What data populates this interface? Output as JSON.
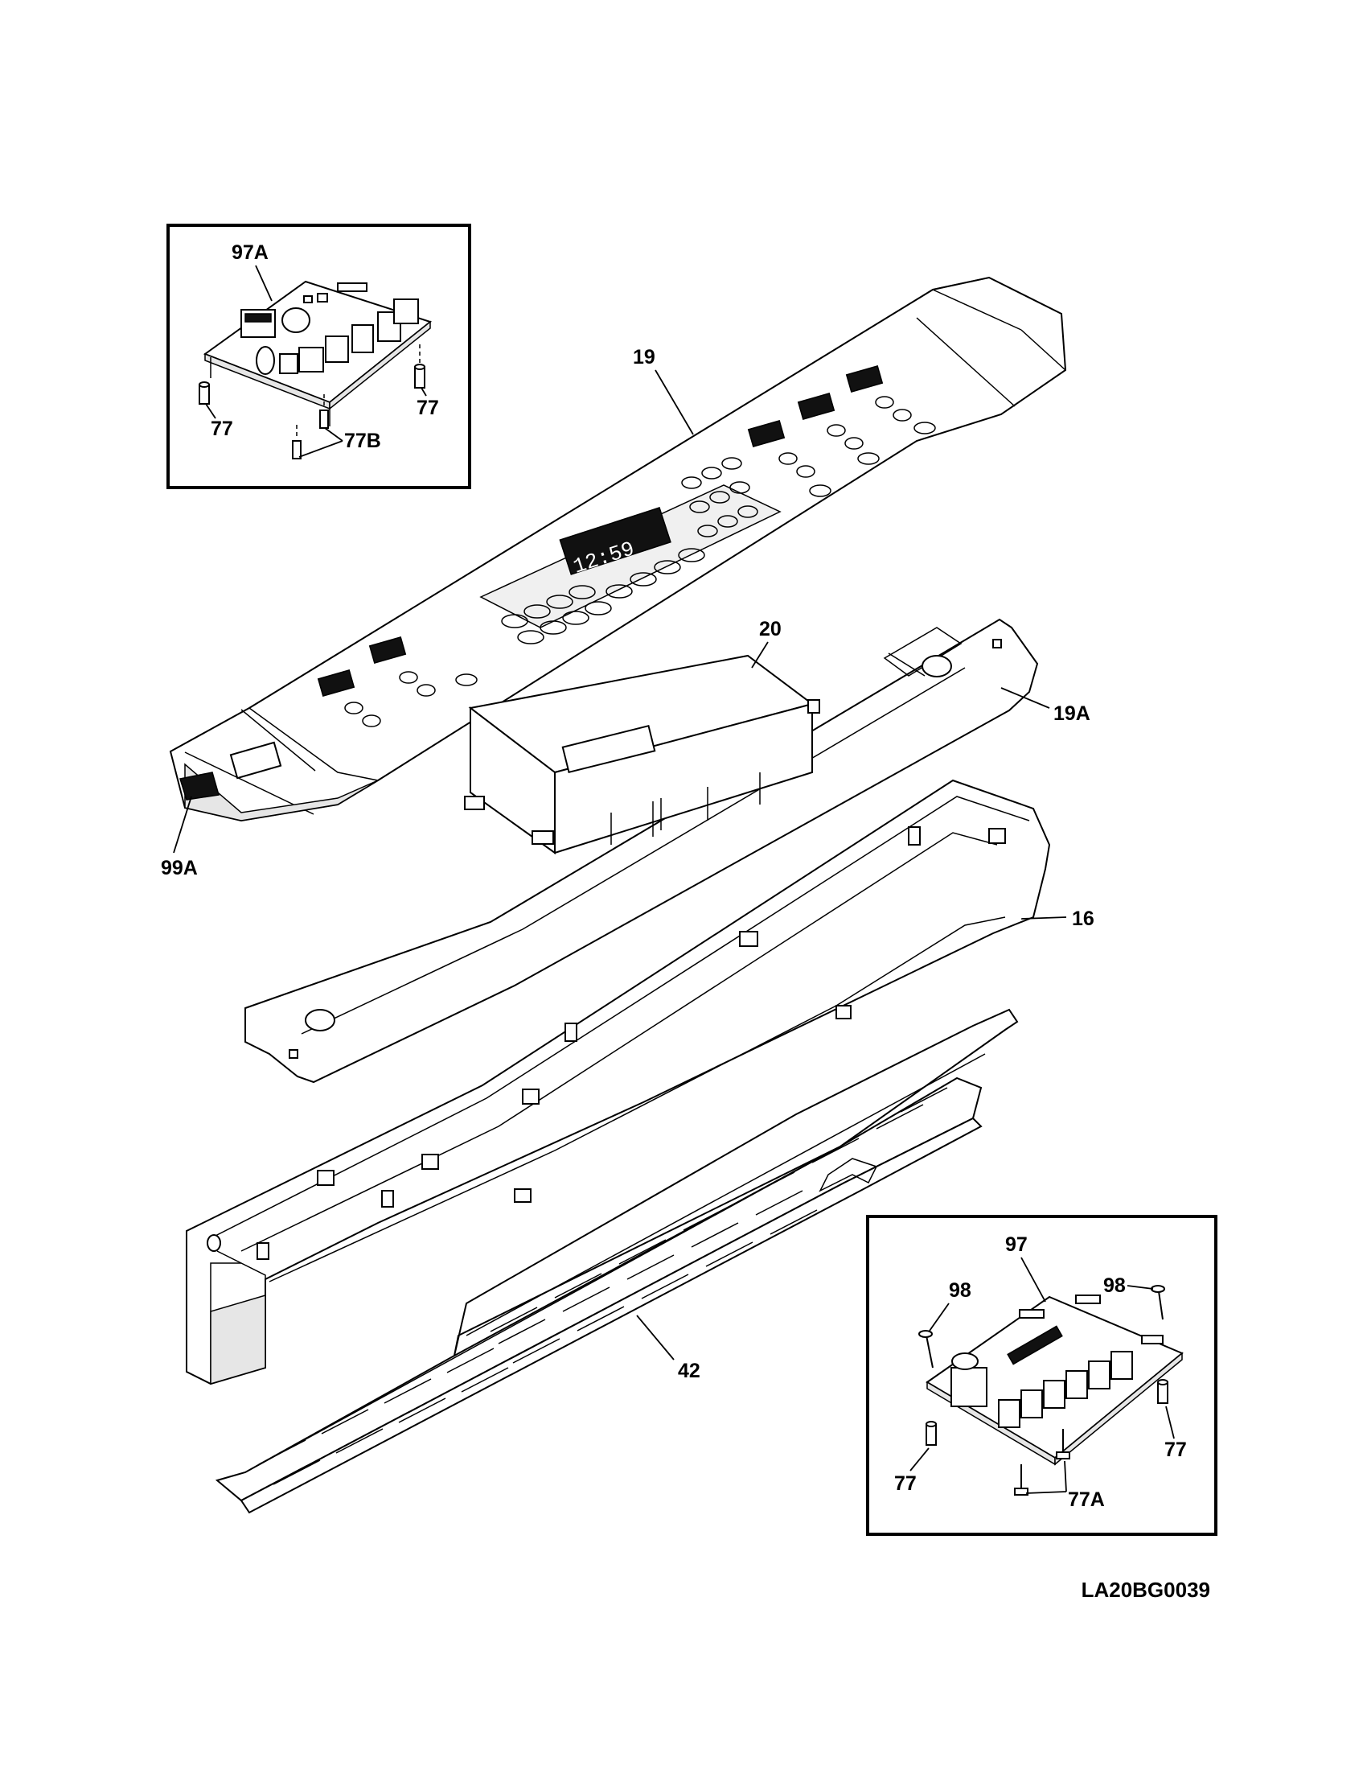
{
  "diagram": {
    "drawing_code": "LA20BG0039",
    "callouts": {
      "c97A": "97A",
      "c77_tl_left": "77",
      "c77_tl_right": "77",
      "c77B": "77B",
      "c19": "19",
      "c20": "20",
      "c19A": "19A",
      "c99A": "99A",
      "c16": "16",
      "c42": "42",
      "c97": "97",
      "c98_left": "98",
      "c98_right": "98",
      "c77_br_left": "77",
      "c77_br_right": "77",
      "c77A": "77A"
    },
    "display_text": "12:59"
  }
}
